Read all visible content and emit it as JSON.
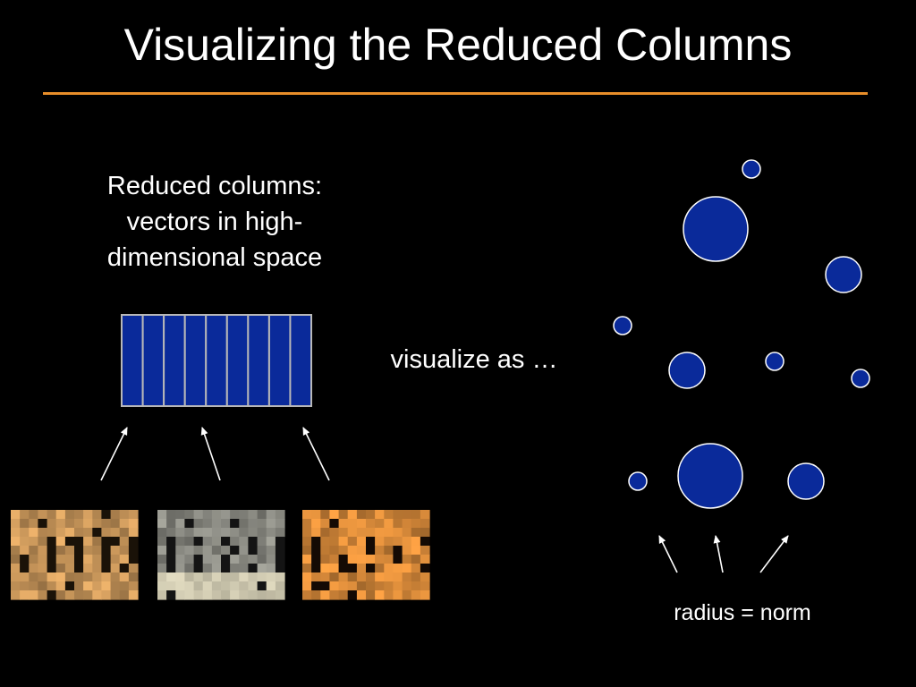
{
  "slide": {
    "title": "Visualizing the Reduced Columns",
    "caption_lines": [
      "Reduced columns:",
      "vectors in high-",
      "dimensional space"
    ],
    "visualize_label": "visualize as …",
    "radius_label": "radius = norm"
  },
  "colors": {
    "background": "#000000",
    "accent_rule": "#e88e2a",
    "vector_fill": "#0a2a9a",
    "vector_stroke": "#ffffff",
    "matrix_border": "#b8b8b8",
    "arrow": "#ffffff"
  },
  "diagram": {
    "matrix_columns": 9,
    "patches": [
      {
        "name": "patch-warm-tan",
        "tone": "#c8965a",
        "dark": "#1a1208"
      },
      {
        "name": "patch-gray",
        "tone": "#8c8c84",
        "dark": "#141414"
      },
      {
        "name": "patch-orange",
        "tone": "#d88a3a",
        "dark": "#140a04"
      }
    ],
    "circle_size_levels": [
      "large",
      "small",
      "medium",
      "small",
      "medium",
      "small",
      "small",
      "small",
      "large",
      "medium"
    ]
  }
}
